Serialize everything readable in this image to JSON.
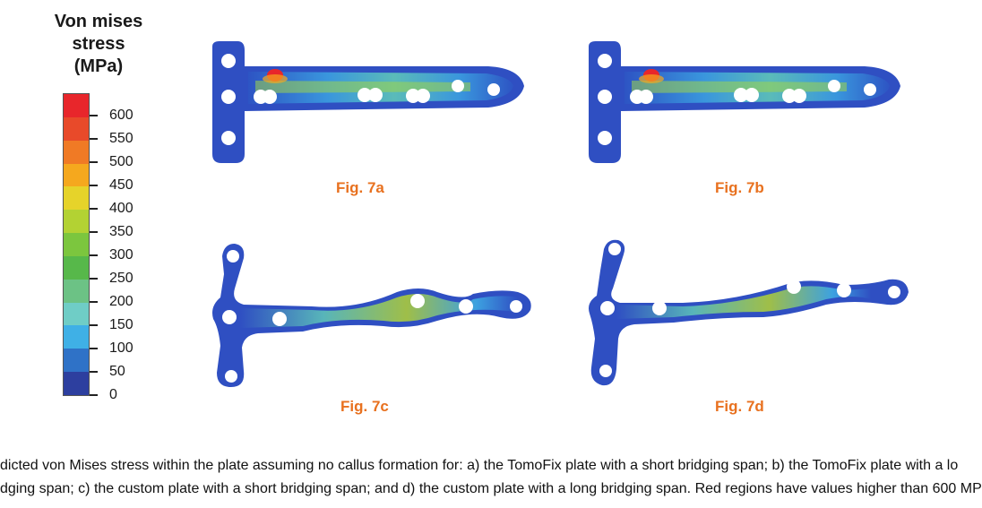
{
  "legend": {
    "title_lines": [
      "Von mises",
      "stress",
      "(MPa)"
    ],
    "ticks": [
      "600",
      "550",
      "500",
      "450",
      "400",
      "350",
      "300",
      "250",
      "200",
      "150",
      "100",
      "50",
      "0"
    ],
    "colors": [
      "#e8262b",
      "#e84a2a",
      "#f07a25",
      "#f5a81e",
      "#e6d32a",
      "#b3d233",
      "#7cc63e",
      "#57b84a",
      "#6cc285",
      "#6fcdc6",
      "#3fb0e6",
      "#2f72c7",
      "#2d3f9f"
    ]
  },
  "figures": [
    {
      "label": "Fig. 7a"
    },
    {
      "label": "Fig. 7b"
    },
    {
      "label": "Fig. 7c"
    },
    {
      "label": "Fig. 7d"
    }
  ],
  "caption": {
    "line1": "dicted von Mises stress within the plate assuming no callus formation for: a) the TomoFix plate with a short bridging span; b) the TomoFix plate with a lo",
    "line2": "dging span; c) the custom plate with a short bridging span; and d) the custom plate with a long bridging span. Red regions have values higher than 600 MP"
  }
}
